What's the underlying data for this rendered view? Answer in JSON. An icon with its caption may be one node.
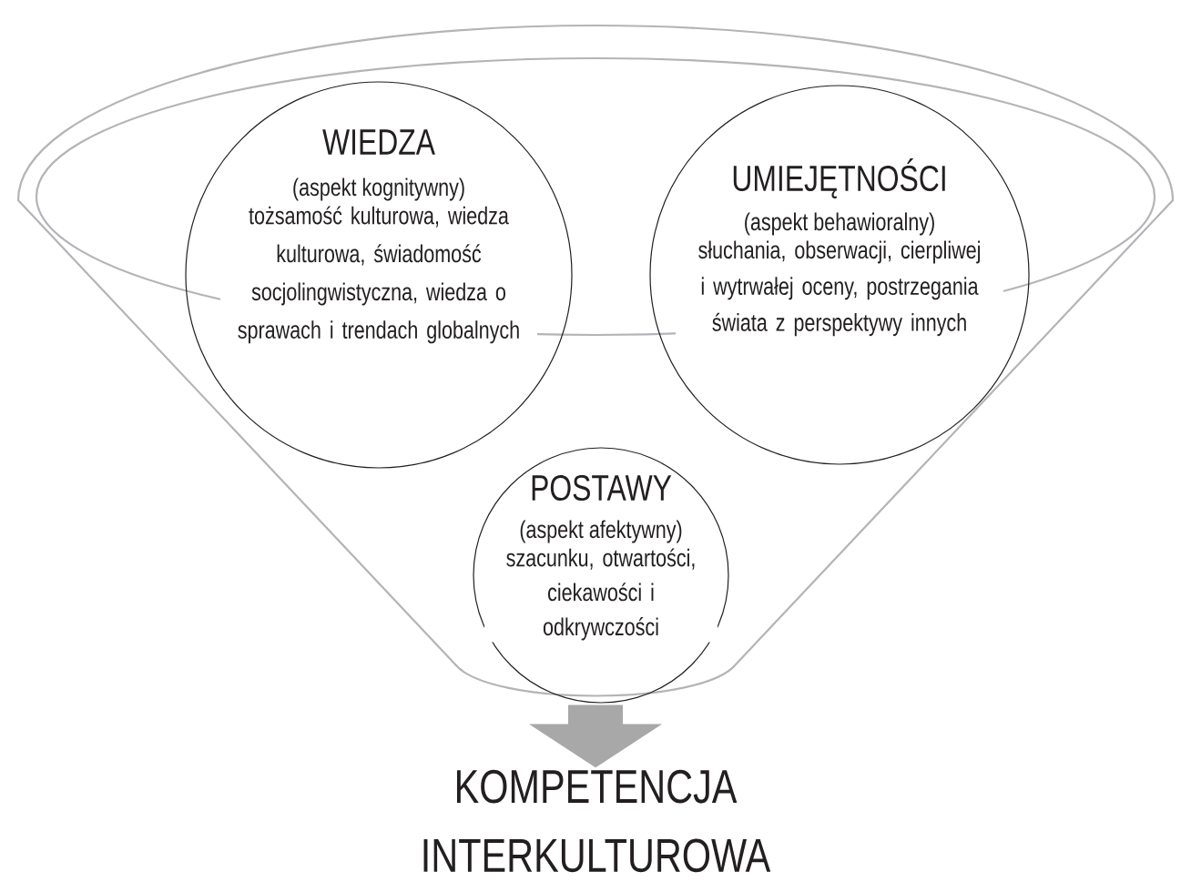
{
  "diagram": {
    "nodes": [
      {
        "text": [],
        "shape": "funnel"
      },
      {
        "text": [
          "WIEDZA",
          "(aspekt kognitywny)",
          "tożsamość kulturowa, wiedza kulturowa, świadomość socjolingwistyczna, wiedza o sprawach i trendach globalnych"
        ],
        "in": 0
      },
      {
        "text": [
          "UMIEJĘTNOŚCI",
          "(aspekt behawioralny)",
          "słuchania, obserwacji, cierpliwej i wytrwałej oceny, postrzegania świata z perspektywy innych"
        ],
        "in": 0
      },
      {
        "text": [
          "POSTAWY",
          "(aspekt afektywny)",
          "szacunku, otwartości, ciekawości i odkrywczości"
        ],
        "in": 0
      },
      {
        "text": [
          "KOMPETENCJA INTERKULTUROWA"
        ]
      }
    ],
    "edges": [
      {
        "from": 0,
        "to": 4,
        "arrow": "to"
      }
    ]
  }
}
